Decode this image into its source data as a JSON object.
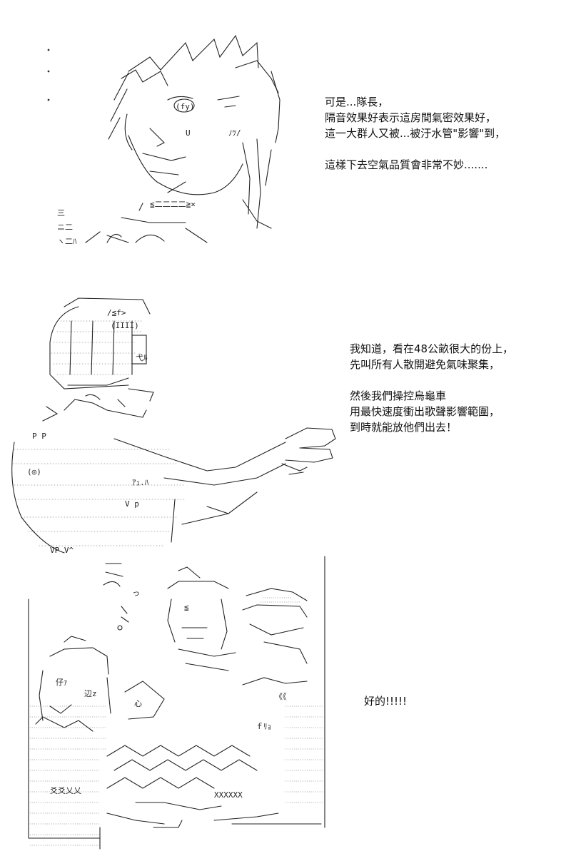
{
  "panels": [
    {
      "dialogue": [
        "可是...隊長，",
        "隔音效果好表示這房間氣密效果好，",
        "這一大群人又被...被汙水管\"影響\"到，",
        "",
        "這樣下去空氣品質會非常不妙......."
      ],
      "art_glyphs": [
        "(fy)",
        "U",
        "ﾉﾂ/",
        "≦二二二二≧×",
        "三",
        "ニ二",
        "ヽ二ﾊ"
      ]
    },
    {
      "dialogue": [
        "我知道，看在48公畝很大的份上，",
        "先叫所有人散開避免氣味聚集，",
        "",
        "然後我們操控烏龜車",
        "用最快速度衝出歌聲影響範圍，",
        "到時就能放他們出去！"
      ],
      "art_glyphs": [
        "/≦f>",
        "(IIII)",
        "弋ﾙ",
        "P  P",
        "(◎)",
        "ｱｭ.ﾊ",
        "V  p",
        "VP  V^"
      ]
    },
    {
      "dialogue": [
        "好的!!!!!"
      ],
      "art_glyphs": [
        "仔ｧ",
        "辺z",
        "心",
        "XXXXXX",
        "《《",
        "ｆﾘｮ",
        "爻爻乂乂"
      ]
    }
  ]
}
